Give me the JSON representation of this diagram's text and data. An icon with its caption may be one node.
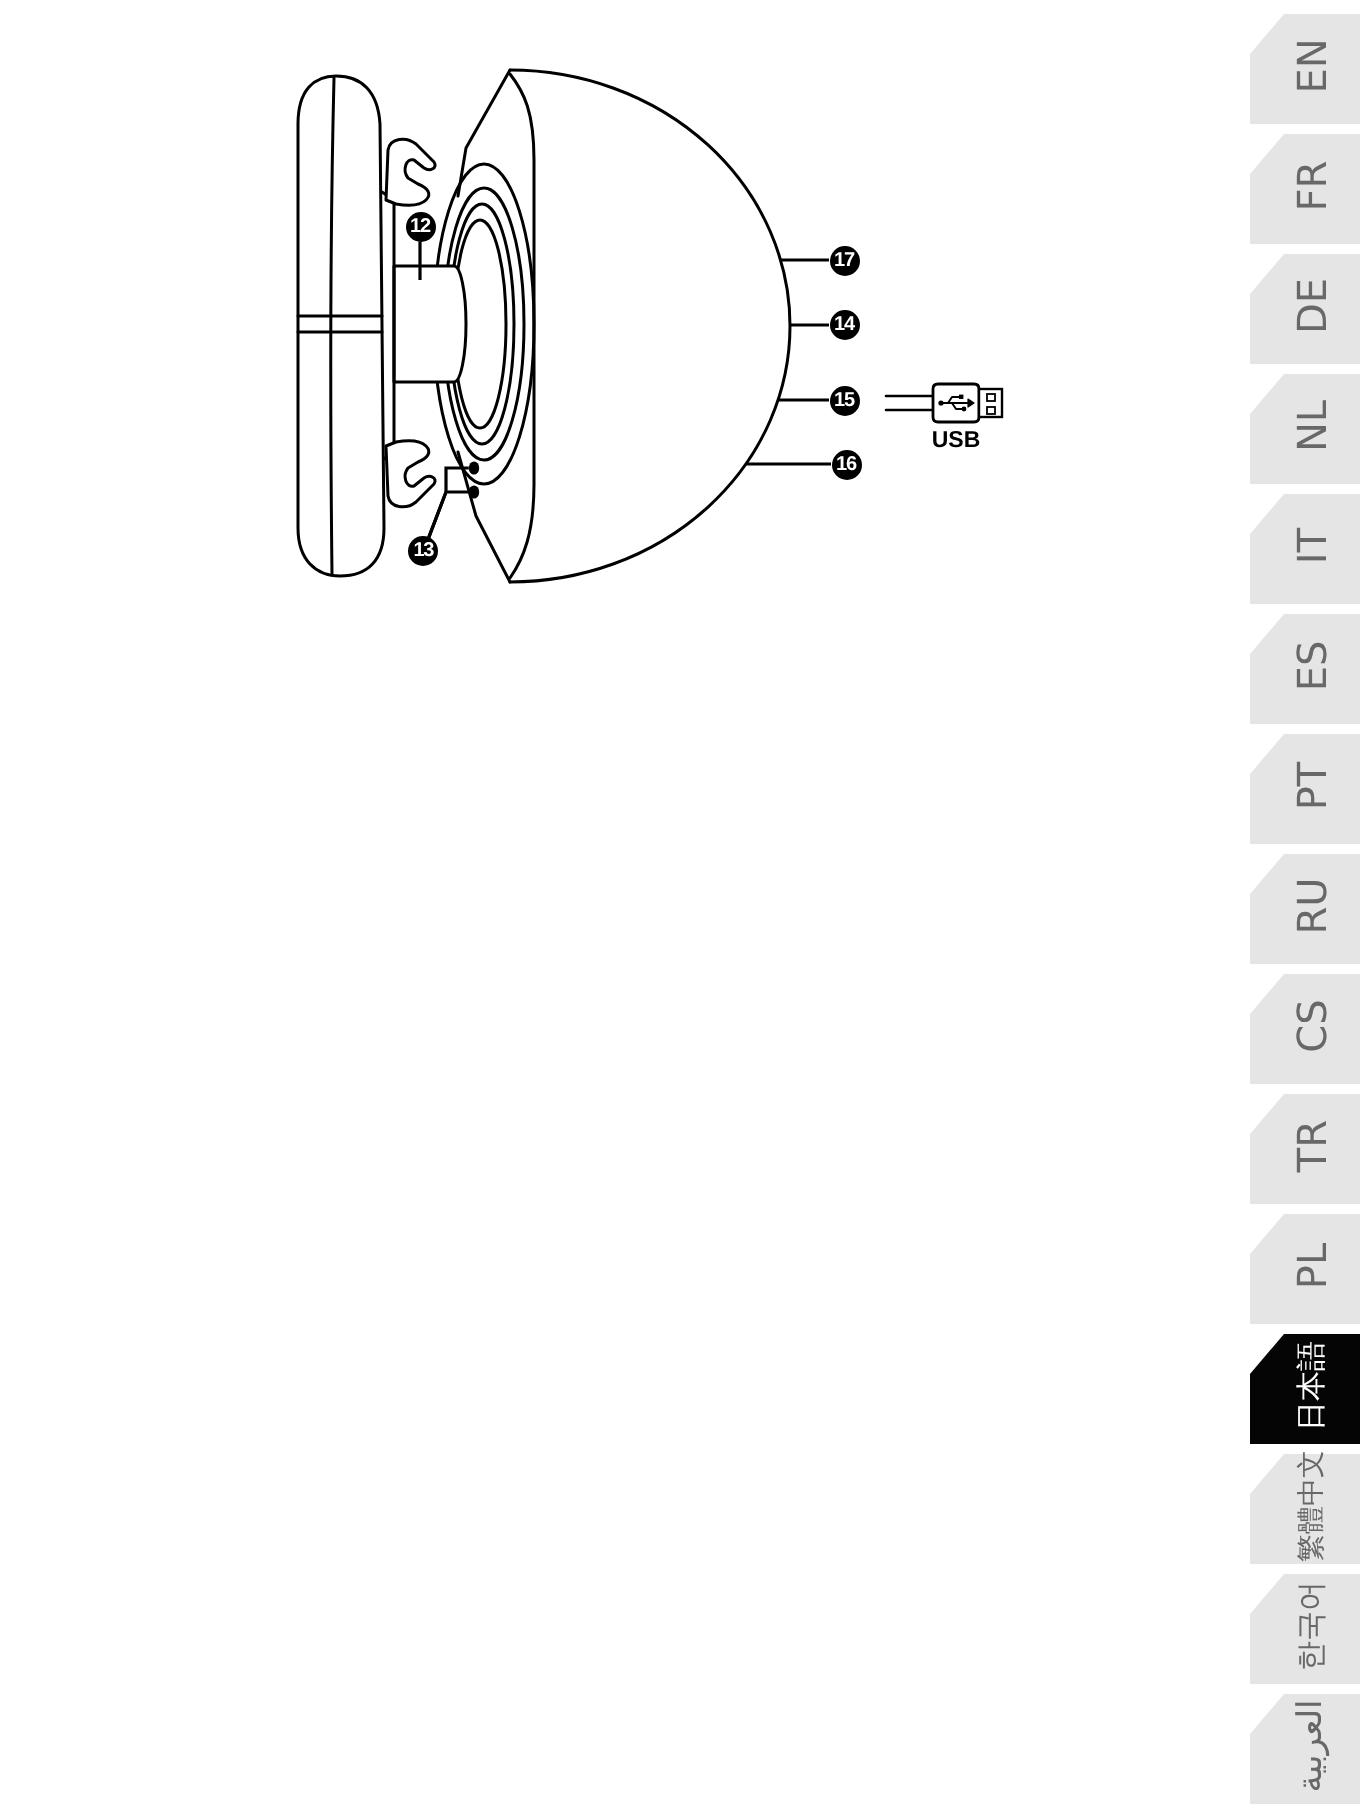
{
  "diagram": {
    "nodes": [
      {
        "text": [],
        "shape": "picture"
      },
      {
        "text": [],
        "shape": "cylinder"
      },
      {
        "text": [],
        "shape": "circle",
        "in": 0
      },
      {
        "text": [],
        "shape": "circle",
        "in": 0
      },
      {
        "text": [
          "12"
        ]
      },
      {
        "text": [
          "17"
        ]
      },
      {
        "text": [
          "14"
        ]
      },
      {
        "text": [
          "15"
        ]
      },
      {
        "text": [
          "16"
        ]
      },
      {
        "text": [
          "13"
        ]
      },
      {
        "text": [
          "EN"
        ]
      },
      {
        "text": [
          "FR"
        ]
      },
      {
        "text": [
          "DE"
        ]
      },
      {
        "text": [
          "NL"
        ]
      },
      {
        "text": [
          "IT"
        ]
      },
      {
        "text": [
          "ES"
        ]
      },
      {
        "text": [
          "PT"
        ]
      },
      {
        "text": [
          "RU"
        ]
      },
      {
        "text": [
          "CS"
        ]
      },
      {
        "text": [
          "TR"
        ]
      },
      {
        "text": [
          "PL"
        ]
      },
      {
        "text": [
          "日本語"
        ]
      },
      {
        "text": [
          "繁體中文"
        ]
      },
      {
        "text": [
          "한국어"
        ]
      },
      {
        "text": [
          "العربية"
        ]
      }
    ],
    "edges": [
      {
        "from": 4,
        "to": 1,
        "arrow": "none"
      },
      {
        "from": 5,
        "to": 0,
        "arrow": "none"
      },
      {
        "from": 6,
        "to": 0,
        "arrow": "none"
      },
      {
        "from": 7,
        "to": 0,
        "arrow": "none"
      },
      {
        "from": 8,
        "to": 0,
        "arrow": "none"
      },
      {
        "from": 9,
        "to": 2,
        "arrow": "none"
      },
      {
        "from": 9,
        "to": 3,
        "arrow": "none"
      }
    ],
    "labels": [
      "USB"
    ]
  }
}
